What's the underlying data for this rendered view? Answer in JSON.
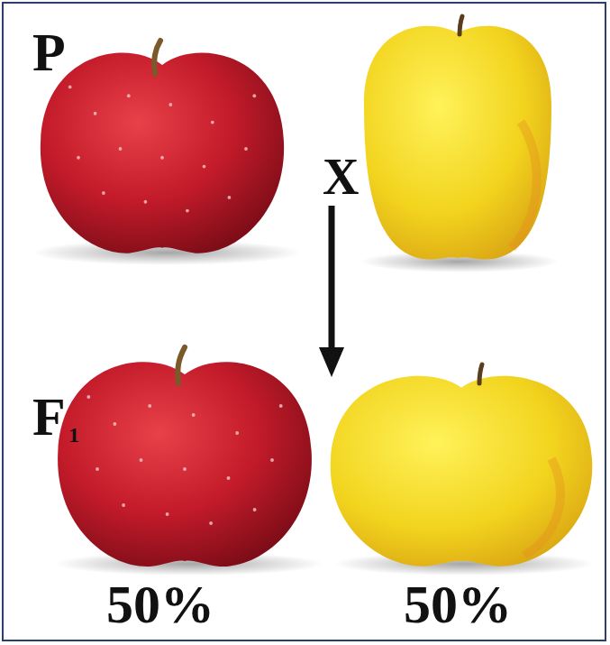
{
  "diagram": {
    "labels": [
      "P",
      "X",
      "F",
      "1",
      "50%",
      "50%"
    ]
  }
}
